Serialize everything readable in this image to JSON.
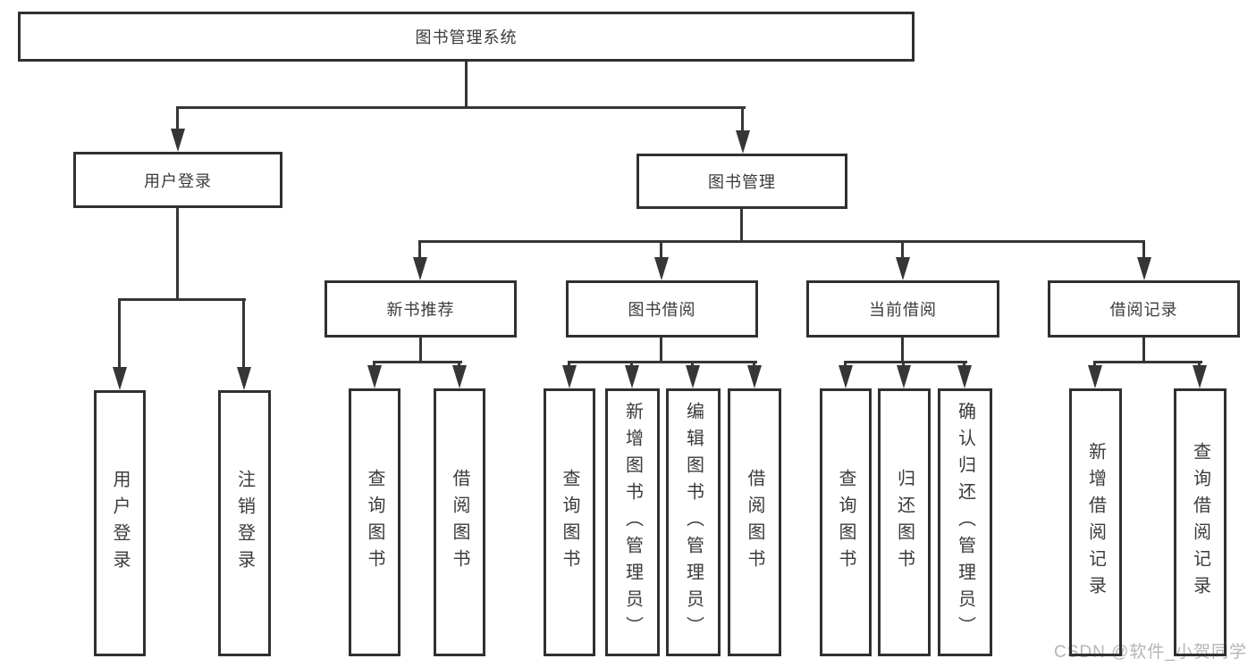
{
  "diagram": {
    "type": "hierarchy-tree",
    "title": "图书管理系统",
    "colors": {
      "line": "#363636",
      "border": "#303030",
      "text": "#3b3b3b",
      "watermark": "#b5b5b5",
      "background": "#ffffff"
    },
    "nodes": {
      "root": {
        "label": "图书管理系统"
      },
      "user_login_group": {
        "label": "用户登录"
      },
      "book_mgmt": {
        "label": "图书管理"
      },
      "user_login": {
        "label": "用户登录"
      },
      "logout": {
        "label": "注销登录"
      },
      "new_book_rec": {
        "label": "新书推荐"
      },
      "book_borrow": {
        "label": "图书借阅"
      },
      "current_borrow": {
        "label": "当前借阅"
      },
      "borrow_records": {
        "label": "借阅记录"
      },
      "nbr_query_books": {
        "label": "查询图书"
      },
      "nbr_borrow_books": {
        "label": "借阅图书"
      },
      "bb_query_books": {
        "label": "查询图书"
      },
      "bb_add_books": {
        "label": "新增图书（管理员）"
      },
      "bb_edit_books": {
        "label": "编辑图书（管理员）"
      },
      "bb_borrow_books": {
        "label": "借阅图书"
      },
      "cb_query_books": {
        "label": "查询图书"
      },
      "cb_return_books": {
        "label": "归还图书"
      },
      "cb_confirm_return": {
        "label": "确认归还（管理员）"
      },
      "br_add_record": {
        "label": "新增借阅记录"
      },
      "br_query_record": {
        "label": "查询借阅记录"
      }
    },
    "structure": {
      "root": [
        "user_login_group",
        "book_mgmt"
      ],
      "user_login_group": [
        "user_login",
        "logout"
      ],
      "book_mgmt": [
        "new_book_rec",
        "book_borrow",
        "current_borrow",
        "borrow_records"
      ],
      "new_book_rec": [
        "nbr_query_books",
        "nbr_borrow_books"
      ],
      "book_borrow": [
        "bb_query_books",
        "bb_add_books",
        "bb_edit_books",
        "bb_borrow_books"
      ],
      "current_borrow": [
        "cb_query_books",
        "cb_return_books",
        "cb_confirm_return"
      ],
      "borrow_records": [
        "br_add_record",
        "br_query_record"
      ]
    }
  },
  "watermark": {
    "text": "CSDN @软件_小贺同学"
  }
}
